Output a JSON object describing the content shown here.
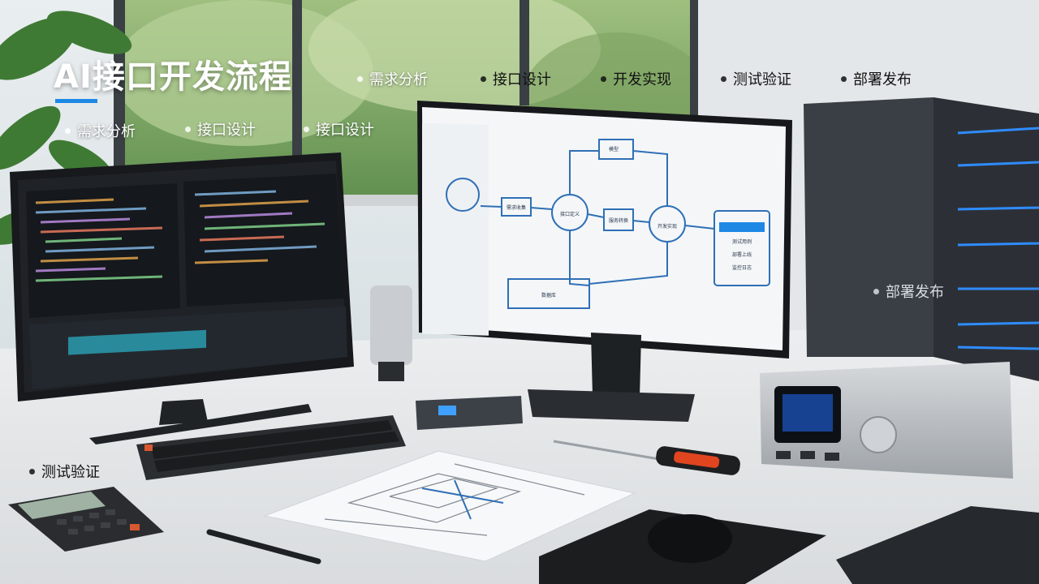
{
  "title": "AI接口开发流程",
  "accent_color": "#1e88e5",
  "labels": {
    "top_requirement": "需求分析",
    "top_interface": "接口设计",
    "top_develop": "开发实现",
    "top_test": "测试验证",
    "top_deploy": "部署发布",
    "left_requirement": "需求分析",
    "left_interface_1": "接口设计",
    "left_interface_2": "接口设计",
    "server_deploy": "部署发布",
    "desk_test": "测试验证"
  },
  "diagram_boxes": [
    "需求收集",
    "接口定义",
    "服务转换",
    "开发实现",
    "测试用例",
    "部署上线",
    "模型",
    "数据库",
    "监控日志"
  ]
}
